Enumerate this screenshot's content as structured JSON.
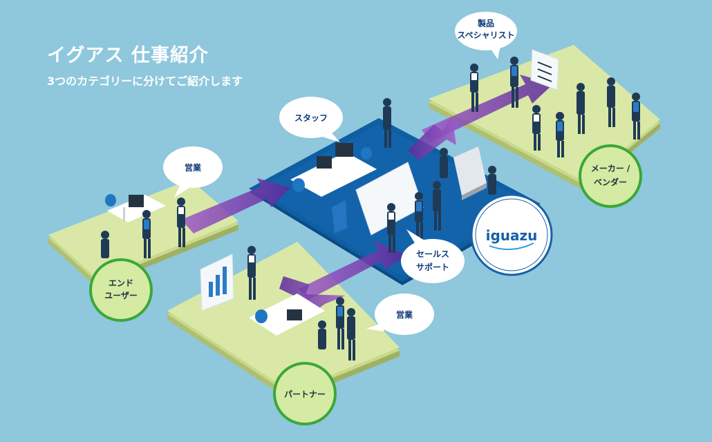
{
  "header": {
    "title": "イグアス 仕事紹介",
    "subtitle": "3つのカテゴリーに分けてご紹介します"
  },
  "bubbles": {
    "sales_left": "営業",
    "staff": "スタッフ",
    "product_line1": "製品",
    "product_line2": "スペシャリスト",
    "sales_support_line1": "セールス",
    "sales_support_line2": "サポート",
    "sales_bottom": "営業"
  },
  "categories": {
    "end_user_line1": "エンド",
    "end_user_line2": "ユーザー",
    "partner": "パートナー",
    "maker_line1": "メーカー /",
    "maker_line2": "ベンダー"
  },
  "logo": {
    "text": "iguazu"
  },
  "colors": {
    "background": "#8fc7dc",
    "platform_green": "#d4e39a",
    "platform_blue": "#0f5ea3",
    "arrow_purple": "#7b3fae",
    "circle_border": "#3aa836",
    "bubble_text": "#0d3a7a"
  }
}
